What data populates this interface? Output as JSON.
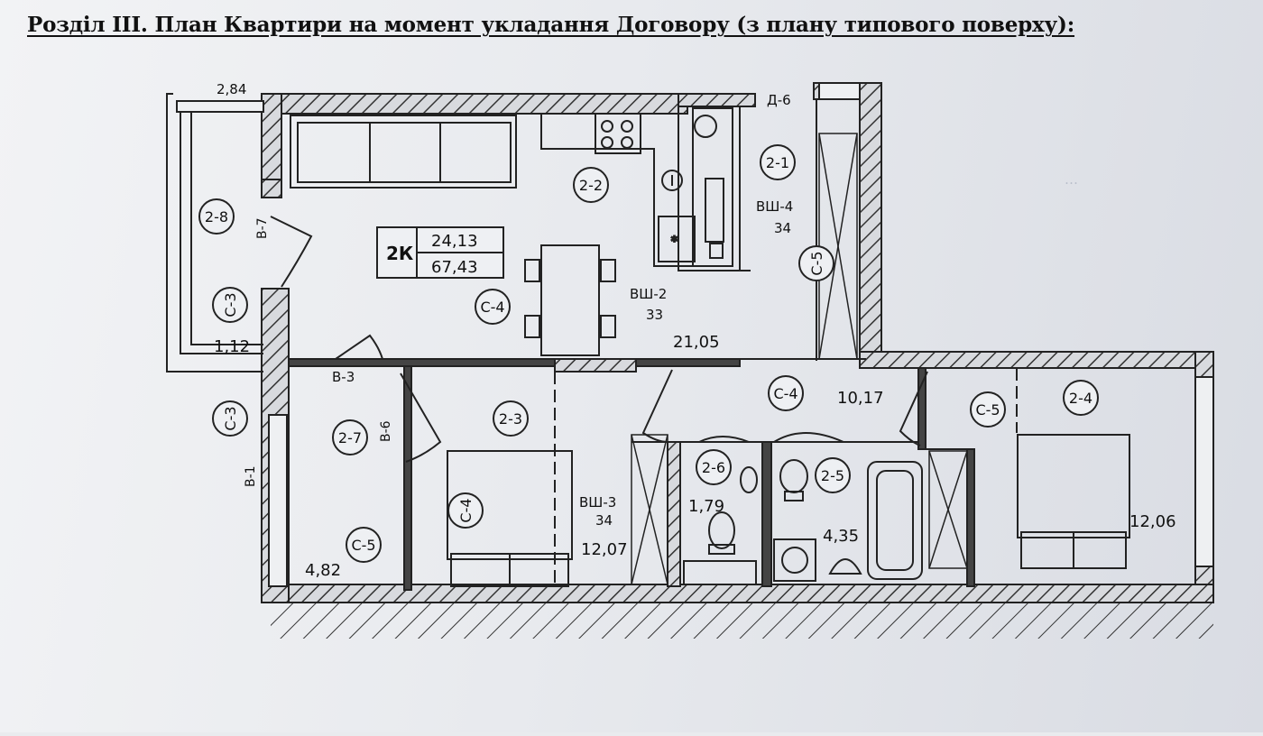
{
  "document": {
    "heading": "Розділ III. План Квартири на момент укладання Договору (з плану типового поверху):"
  },
  "plan": {
    "apartment_badge": {
      "type": "2К",
      "living_area": "24,13",
      "total_area": "67,43"
    },
    "room_markers": [
      {
        "id": "2-1"
      },
      {
        "id": "2-2"
      },
      {
        "id": "2-3"
      },
      {
        "id": "2-4"
      },
      {
        "id": "2-5"
      },
      {
        "id": "2-6"
      },
      {
        "id": "2-7"
      },
      {
        "id": "2-8"
      },
      {
        "id": "С-3"
      },
      {
        "id": "С-3"
      },
      {
        "id": "С-4"
      },
      {
        "id": "С-4"
      },
      {
        "id": "С-4"
      },
      {
        "id": "С-5"
      },
      {
        "id": "С-5"
      },
      {
        "id": "С-5"
      }
    ],
    "labels": [
      {
        "text": "2,84"
      },
      {
        "text": "Д-6"
      },
      {
        "text": "ВШ-4"
      },
      {
        "text": "34"
      },
      {
        "text": "ВШ-2"
      },
      {
        "text": "33"
      },
      {
        "text": "21,05"
      },
      {
        "text": "1,12"
      },
      {
        "text": "В-7"
      },
      {
        "text": "В-3"
      },
      {
        "text": "В-6"
      },
      {
        "text": "В-1"
      },
      {
        "text": "10,17"
      },
      {
        "text": "ВШ-3"
      },
      {
        "text": "34"
      },
      {
        "text": "12,07"
      },
      {
        "text": "1,79"
      },
      {
        "text": "4,35"
      },
      {
        "text": "12,06"
      },
      {
        "text": "4,82"
      }
    ]
  }
}
